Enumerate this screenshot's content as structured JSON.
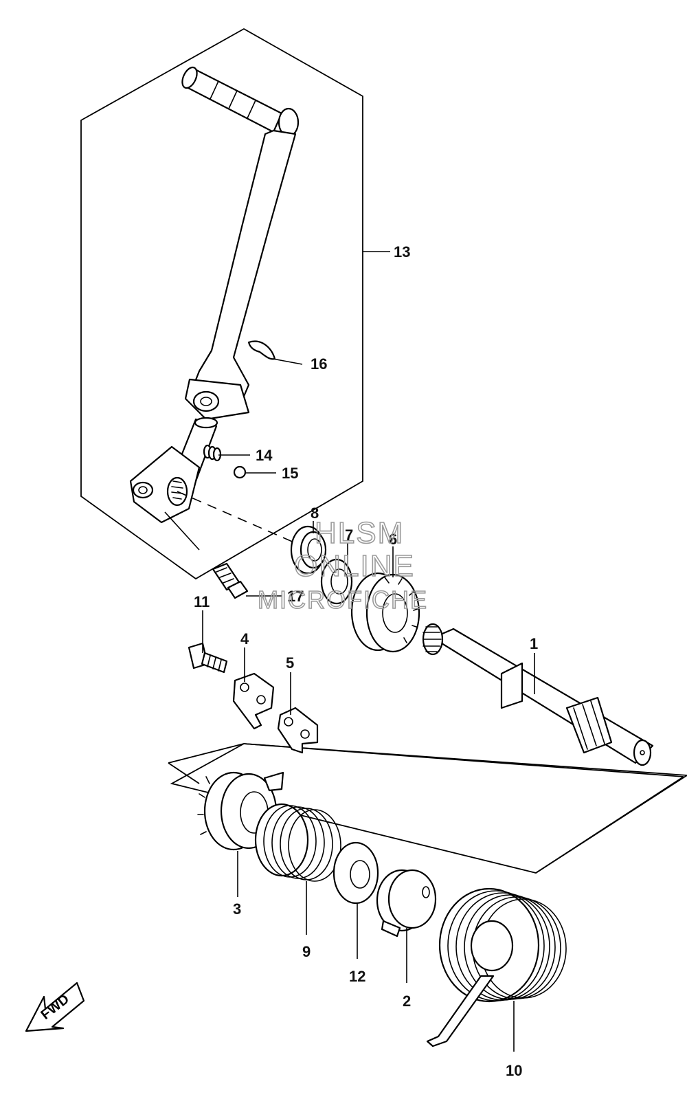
{
  "callouts": {
    "c1": "1",
    "c2": "2",
    "c3": "3",
    "c4": "4",
    "c5": "5",
    "c6": "6",
    "c7": "7",
    "c8": "8",
    "c9": "9",
    "c10": "10",
    "c11": "11",
    "c12": "12",
    "c13": "13",
    "c14": "14",
    "c15": "15",
    "c16": "16",
    "c17": "17"
  },
  "watermark": {
    "line1": "HLSM",
    "line2": "ONLINE",
    "line3": "MICROFICHE"
  },
  "fwd_label": "FWD",
  "icons": {
    "fwd_arrow": "fwd-arrow-icon"
  }
}
